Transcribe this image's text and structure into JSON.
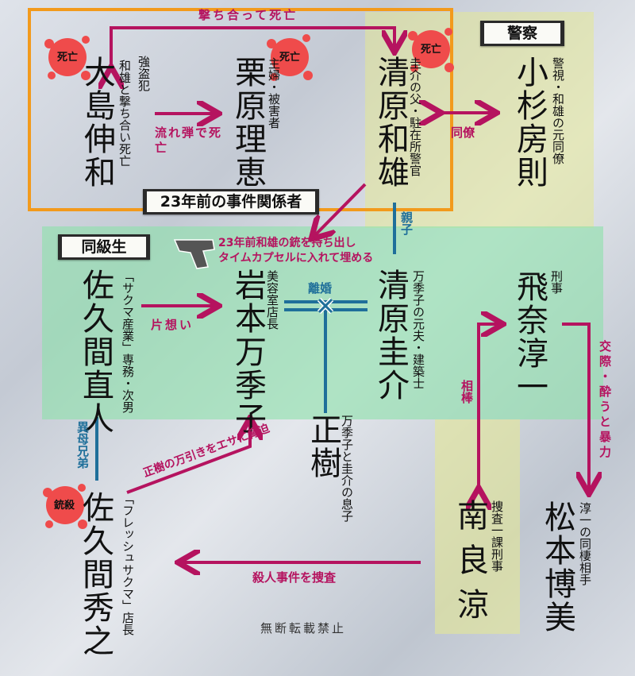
{
  "groups": {
    "past_case": "23年前の事件関係者",
    "police": "警察",
    "classmates": "同級生"
  },
  "characters": {
    "oshima": {
      "name": "大島伸和",
      "desc1": "強盗犯",
      "desc2": "和雄と撃ち合い死亡",
      "badge": "死亡"
    },
    "kurihara": {
      "name": "栗原理恵",
      "desc": "主婦・被害者",
      "badge": "死亡"
    },
    "kazuo": {
      "name": "清原和雄",
      "desc": "圭介の父・駐在所警官",
      "badge": "死亡"
    },
    "kosugi": {
      "name": "小杉房則",
      "desc": "警視・和雄の元同僚"
    },
    "naoto": {
      "name": "佐久間直人",
      "desc": "「サクマ産業」専務・次男"
    },
    "makiko": {
      "name": "岩本万季子",
      "desc": "美容室店長"
    },
    "keisuke": {
      "name": "清原圭介",
      "desc": "万季子の元夫・建築士"
    },
    "junichi": {
      "name": "飛奈淳一",
      "desc": "刑事"
    },
    "masaki": {
      "name": "正樹",
      "desc": "万季子と圭介の息子"
    },
    "hideyuki": {
      "name": "佐久間秀之",
      "desc": "「フレッシュサクマ」店長",
      "badge": "銃殺"
    },
    "nara": {
      "name": "南良涼",
      "desc": "捜査一課刑事"
    },
    "matsumoto": {
      "name": "松本博美",
      "desc": "淳一の同棲相手"
    }
  },
  "relations": {
    "shootout": "撃ち合って死亡",
    "stray_bullet": "流れ弾で死亡",
    "colleague": "同僚",
    "parent_child": "親子",
    "gun_line1": "23年前和雄の銃を持ち出し",
    "gun_line2": "タイムカプセルに入れて埋める",
    "divorce": "離婚",
    "unrequited": "片想い",
    "partner": "相棒",
    "dating": "交際・酔うと暴力",
    "half_brothers": "異母兄弟",
    "blackmail": "正樹の万引きをエサに脅迫",
    "investigate": "殺人事件を捜査"
  },
  "footer": "無断転載禁止",
  "colors": {
    "relation": "#b5135f",
    "family": "#1f6f9a",
    "badge": "#ef4b4b",
    "box": "#f29a1c"
  }
}
